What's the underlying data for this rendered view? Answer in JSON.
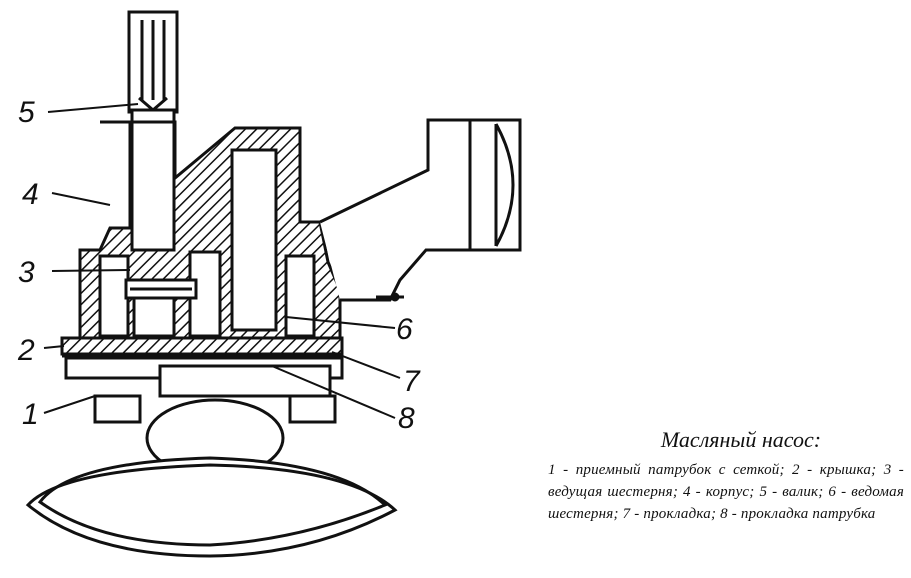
{
  "labels": {
    "n1": "1",
    "n2": "2",
    "n3": "3",
    "n4": "4",
    "n5": "5",
    "n6": "6",
    "n7": "7",
    "n8": "8"
  },
  "caption": {
    "title": "Масляный насос:",
    "body": "1 - приемный патрубок с сеткой; 2 - крышка; 3 - ведущая шестерня; 4 - корпус; 5 - валик; 6 - ведомая шестерня; 7 - прокладка; 8 - прокладка патрубка"
  }
}
